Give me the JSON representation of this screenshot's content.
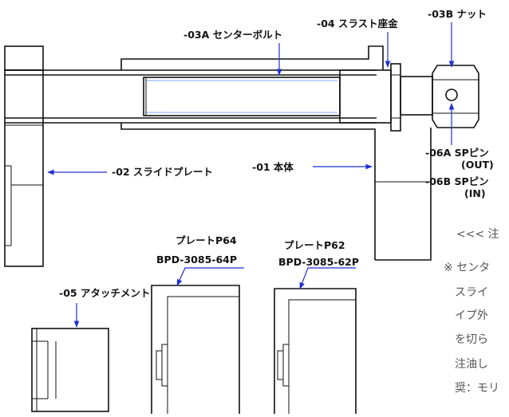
{
  "labels": {
    "center_bolt": "-03A センターボルト",
    "thrust_washer": "-04 スラスト座金",
    "nut": "-03B ナット",
    "sp_pin_out": "-06A SPピン",
    "sp_pin_out_sub": "(OUT)",
    "sp_pin_in": "-06B SPピン",
    "sp_pin_in_sub": "(IN)",
    "slide_plate": "-02 スライドプレート",
    "body": "-01 本体",
    "attachment": "-05 アタッチメント",
    "plate_p64_name": "プレートP64",
    "plate_p64_code": "BPD-3085-64P",
    "plate_p62_name": "プレートP62",
    "plate_p62_code": "BPD-3085-62P"
  },
  "note": {
    "heading": "<<< 注",
    "lines": [
      "※ センタ",
      "スライ",
      "イプ外",
      "を切ら",
      "注油し",
      "奨：モリ"
    ]
  },
  "colors": {
    "line": "#111111",
    "leader": "#1f2fd0",
    "thread": "#7ea6ff",
    "note_text": "#555555"
  }
}
